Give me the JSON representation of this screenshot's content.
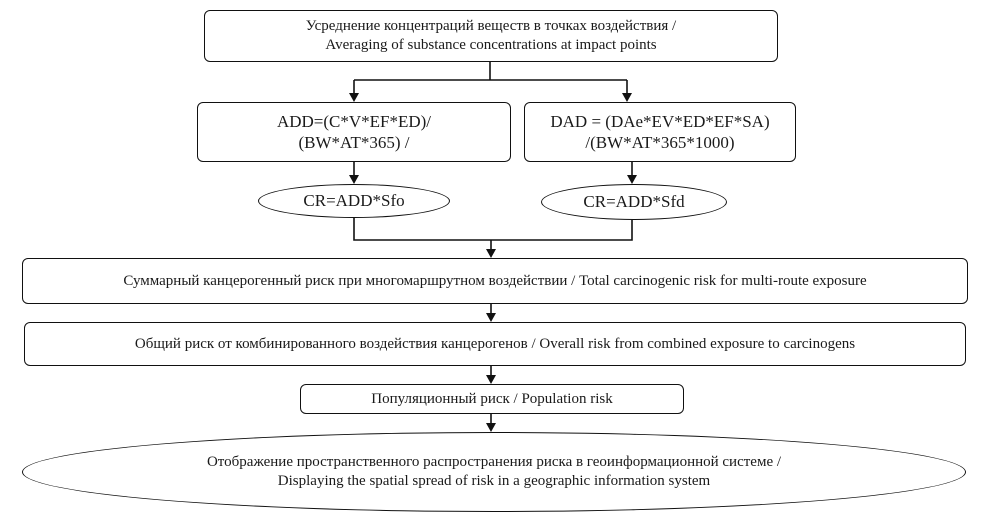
{
  "flowchart": {
    "averaging": {
      "line1": "Усреднение концентраций веществ в точках воздействия  /",
      "line2": "Averaging of substance concentrations at impact points"
    },
    "add_formula": {
      "line1": "ADD=(C*V*EF*ED)/",
      "line2": "(BW*AT*365) /"
    },
    "dad_formula": {
      "line1": "DAD = (DAe*EV*ED*EF*SA)",
      "line2": "/(BW*AT*365*1000)"
    },
    "cr_oral": "CR=ADD*Sfo",
    "cr_dermal": "CR=ADD*Sfd",
    "total_risk": "Суммарный канцерогенный риск при многомаршрутном воздействии / Total carcinogenic risk for multi-route exposure",
    "overall_risk": "Общий риск от комбинированного воздействия канцерогенов / Overall risk from combined exposure to carcinogens",
    "population_risk": "Популяционный риск / Population risk",
    "gis_display": {
      "line1": "Отображение пространственного распространения риска в геоинформационной системе /",
      "line2": "Displaying the spatial spread of risk in a geographic information system"
    }
  }
}
